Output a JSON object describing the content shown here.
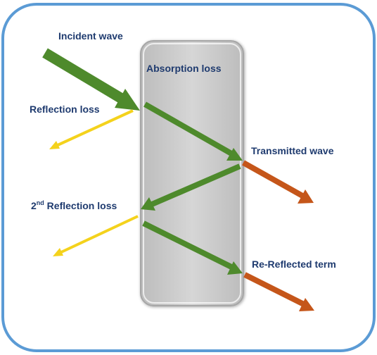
{
  "labels": {
    "incident_wave": "Incident wave",
    "absorption_loss": "Absorption loss",
    "reflection_loss": "Reflection loss",
    "transmitted_wave": "Transmitted wave",
    "second_reflection_prefix": "2",
    "second_reflection_sup": "nd",
    "second_reflection_text": " Reflection loss",
    "re_reflected_term": "Re-Reflected term"
  },
  "colors": {
    "frame_border": "#5b9bd5",
    "slab_fill": "#d0d0d0",
    "slab_border": "#a6a6a6",
    "green_arrow": "#4e8a2c",
    "yellow_arrow": "#f4d21c",
    "orange_arrow": "#c5561a",
    "label_text": "#1f3b6f"
  }
}
